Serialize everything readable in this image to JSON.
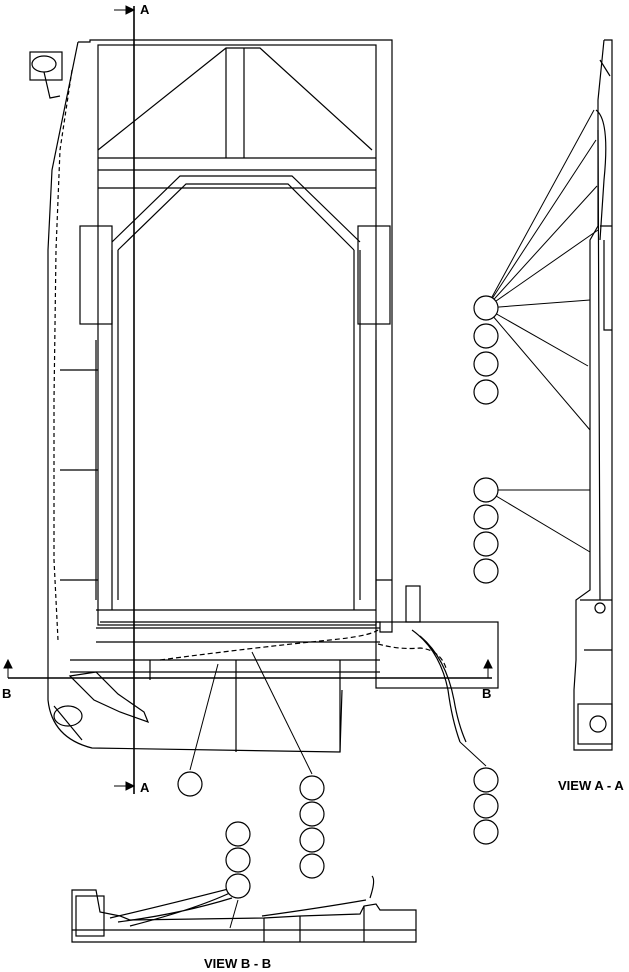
{
  "section_markers": {
    "a_top": "A",
    "a_bottom": "A",
    "b_left": "B",
    "b_right": "B"
  },
  "views": {
    "view_a_title": "VIEW A - A",
    "view_b_title": "VIEW B - B"
  },
  "callout_groups": {
    "view_a_upper": {
      "count": 4
    },
    "view_a_lower": {
      "count": 4
    },
    "main_left": {
      "count": 1
    },
    "main_center": {
      "count": 4
    },
    "main_right": {
      "count": 3
    },
    "view_b": {
      "count": 3
    }
  }
}
